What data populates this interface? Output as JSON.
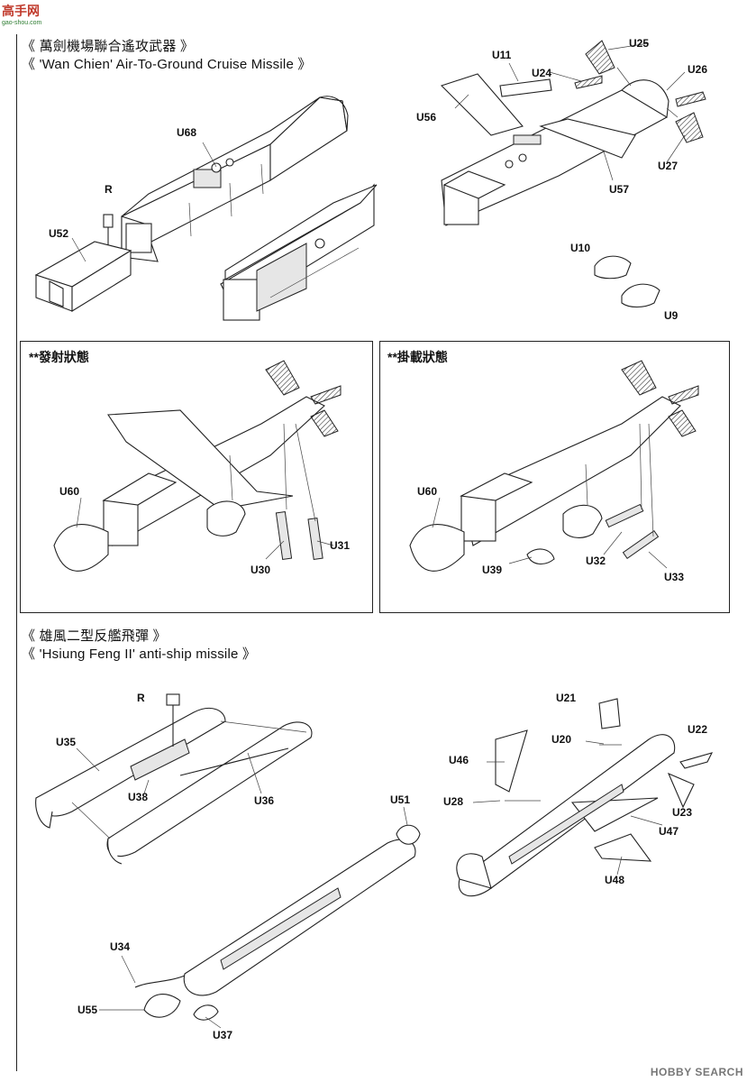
{
  "logo": {
    "text": "高手网",
    "sub": "gao-shou.com"
  },
  "section1": {
    "title_cn": "《 萬劍機場聯合遙攻武器 》",
    "title_en": "《  'Wan Chien' Air-To-Ground Cruise Missile    》"
  },
  "panel_launch": {
    "title": "**發射狀態"
  },
  "panel_carry": {
    "title": "**掛載狀態"
  },
  "section2": {
    "title_cn": "《 雄風二型反艦飛彈 》",
    "title_en": "《 'Hsiung Feng II'  anti-ship missile 》"
  },
  "parts": {
    "u68": "U68",
    "r1": "R",
    "u52": "U52",
    "u11": "U11",
    "u25": "U25",
    "u24": "U24",
    "u26": "U26",
    "u56": "U56",
    "u27": "U27",
    "u57": "U57",
    "u10": "U10",
    "u9": "U9",
    "l_u60": "U60",
    "l_u30": "U30",
    "l_u31": "U31",
    "c_u60": "U60",
    "c_u39": "U39",
    "c_u32": "U32",
    "c_u33": "U33",
    "r2": "R",
    "u35": "U35",
    "u38": "U38",
    "u36": "U36",
    "u51": "U51",
    "u34": "U34",
    "u55": "U55",
    "u37": "U37",
    "u21": "U21",
    "u22": "U22",
    "u20": "U20",
    "u46": "U46",
    "u28": "U28",
    "u23": "U23",
    "u47": "U47",
    "u48": "U48"
  },
  "watermark": "HOBBY SEARCH"
}
